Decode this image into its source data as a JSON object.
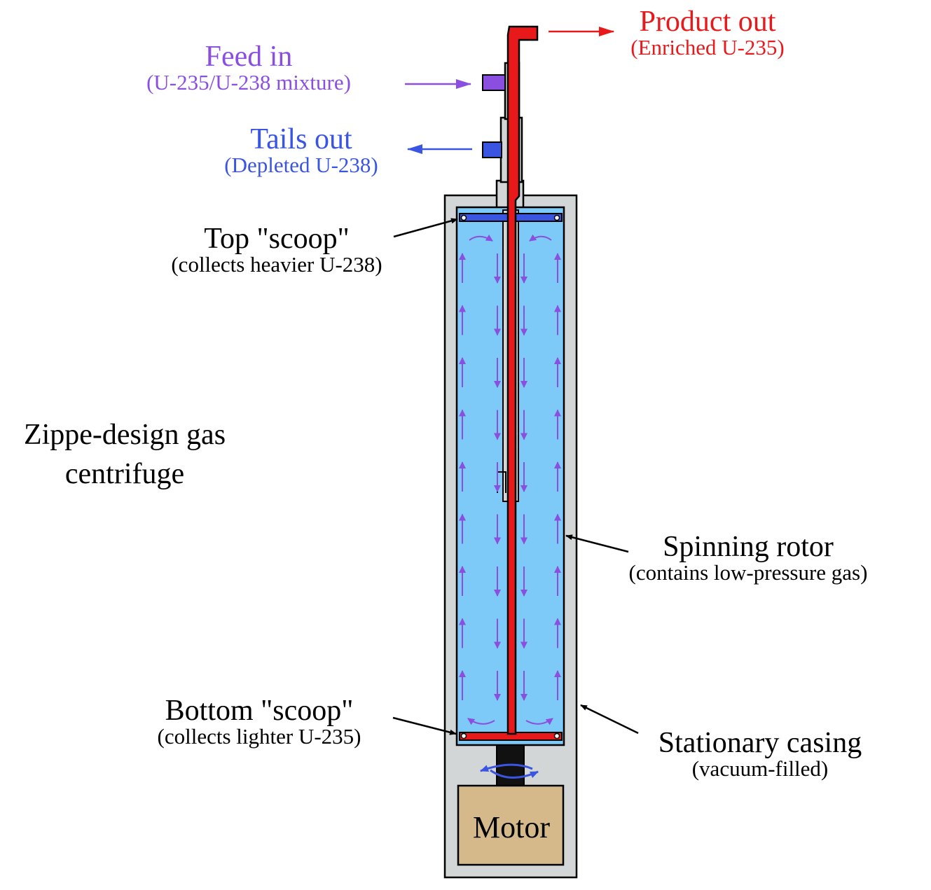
{
  "title": {
    "line1": "Zippe-design gas",
    "line2": "centrifuge"
  },
  "product_out": {
    "label": "Product out",
    "sub": "(Enriched U-235)"
  },
  "feed_in": {
    "label": "Feed in",
    "sub": "(U-235/U-238 mixture)"
  },
  "tails_out": {
    "label": "Tails out",
    "sub": "(Depleted U-238)"
  },
  "top_scoop": {
    "label": "Top \"scoop\"",
    "sub": "(collects heavier U-238)"
  },
  "bottom_scoop": {
    "label": "Bottom \"scoop\"",
    "sub": "(collects lighter U-235)"
  },
  "rotor": {
    "label": "Spinning rotor",
    "sub": "(contains low-pressure gas)"
  },
  "casing": {
    "label": "Stationary casing",
    "sub": "(vacuum-filled)"
  },
  "motor": {
    "label": "Motor"
  },
  "colors": {
    "product": "#e8191b",
    "feed": "#8a4fe0",
    "tails": "#3b55e3",
    "gas": "#7dc9f8",
    "casing": "#d2d6d6",
    "motor": "#d6b98b",
    "scoop": "#3b55e3"
  }
}
